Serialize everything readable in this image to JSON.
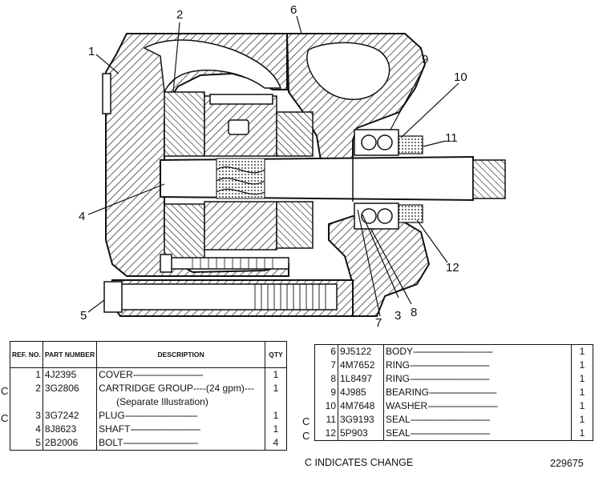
{
  "callouts": [
    "1",
    "2",
    "4",
    "5",
    "6",
    "7",
    "3",
    "8",
    "9",
    "10",
    "11",
    "12"
  ],
  "left_table": {
    "headers": {
      "ref": "REF. NO.",
      "part": "PART NUMBER",
      "desc": "DESCRIPTION",
      "qty": "QTY"
    },
    "rows": [
      {
        "change": "",
        "ref": "1",
        "part": "4J2395",
        "desc": "COVER",
        "desc2": "",
        "qty": "1"
      },
      {
        "change": "C",
        "ref": "2",
        "part": "3G2806",
        "desc": "CARTRIDGE GROUP----(24 gpm)---",
        "desc2": "(Separate Illustration)",
        "qty": "1"
      },
      {
        "change": "C",
        "ref": "3",
        "part": "3G7242",
        "desc": "PLUG",
        "desc2": "",
        "qty": "1"
      },
      {
        "change": "",
        "ref": "4",
        "part": "8J8623",
        "desc": "SHAFT",
        "desc2": "",
        "qty": "1"
      },
      {
        "change": "",
        "ref": "5",
        "part": "2B2006",
        "desc": "BOLT",
        "desc2": "",
        "qty": "4"
      }
    ]
  },
  "right_table": {
    "rows": [
      {
        "change": "",
        "ref": "6",
        "part": "9J5122",
        "desc": "BODY",
        "qty": "1"
      },
      {
        "change": "",
        "ref": "7",
        "part": "4M7652",
        "desc": "RING",
        "qty": "1"
      },
      {
        "change": "",
        "ref": "8",
        "part": "1L8497",
        "desc": "RING",
        "qty": "1"
      },
      {
        "change": "",
        "ref": "9",
        "part": "4J985",
        "desc": "BEARING",
        "qty": "1"
      },
      {
        "change": "",
        "ref": "10",
        "part": "4M7648",
        "desc": "WASHER",
        "qty": "1"
      },
      {
        "change": "C",
        "ref": "11",
        "part": "3G9193",
        "desc": "SEAL",
        "qty": "1"
      },
      {
        "change": "C",
        "ref": "12",
        "part": "5P903",
        "desc": "SEAL",
        "qty": "1"
      }
    ]
  },
  "change_note": "C INDICATES CHANGE",
  "drawing_number": "229675"
}
